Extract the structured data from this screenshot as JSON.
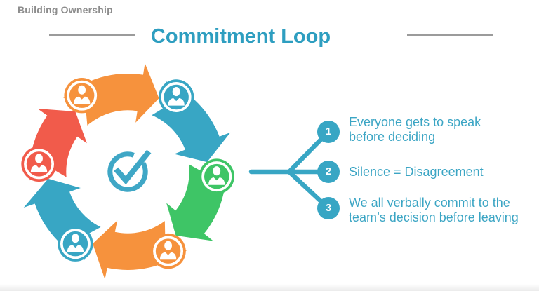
{
  "header": {
    "kicker": "Building Ownership",
    "title": "Commitment Loop"
  },
  "colors": {
    "background": "#FFFFFF",
    "title": "#2E9EC0",
    "kicker": "#8D8D8D",
    "divider": "#9B9B9B",
    "accent_teal": "#38A6C4",
    "orange": "#F6923D",
    "green": "#3EC566",
    "red": "#F15B4B",
    "point_text": "#3BA5C4",
    "check_icon": "#3FA7C6"
  },
  "loop": {
    "center_icon": "check-circle-icon",
    "badge_icon": "person-icon",
    "segments": [
      {
        "name": "top",
        "color": "#F6923D",
        "badge_angle": -31,
        "start": -41,
        "end": 9,
        "tip": 23
      },
      {
        "name": "top-right",
        "color": "#38A6C4",
        "badge_angle": 33,
        "start": 23,
        "end": 69,
        "tip": 83
      },
      {
        "name": "right",
        "color": "#3EC566",
        "badge_angle": 93,
        "start": 83,
        "end": 129,
        "tip": 143
      },
      {
        "name": "bottom",
        "color": "#F6923D",
        "badge_angle": 153,
        "start": 143,
        "end": 192,
        "tip": 206
      },
      {
        "name": "bottom-left",
        "color": "#38A6C4",
        "badge_angle": 216,
        "start": 206,
        "end": 251,
        "tip": 265
      },
      {
        "name": "left",
        "color": "#F15B4B",
        "badge_angle": 275,
        "start": 265,
        "end": 305,
        "tip": 319
      }
    ]
  },
  "points": [
    {
      "num": "1",
      "text": "Everyone gets to speak\nbefore deciding"
    },
    {
      "num": "2",
      "text": "Silence = Disagreement"
    },
    {
      "num": "3",
      "text": "We all verbally commit to the\nteam’s decision before leaving"
    }
  ]
}
